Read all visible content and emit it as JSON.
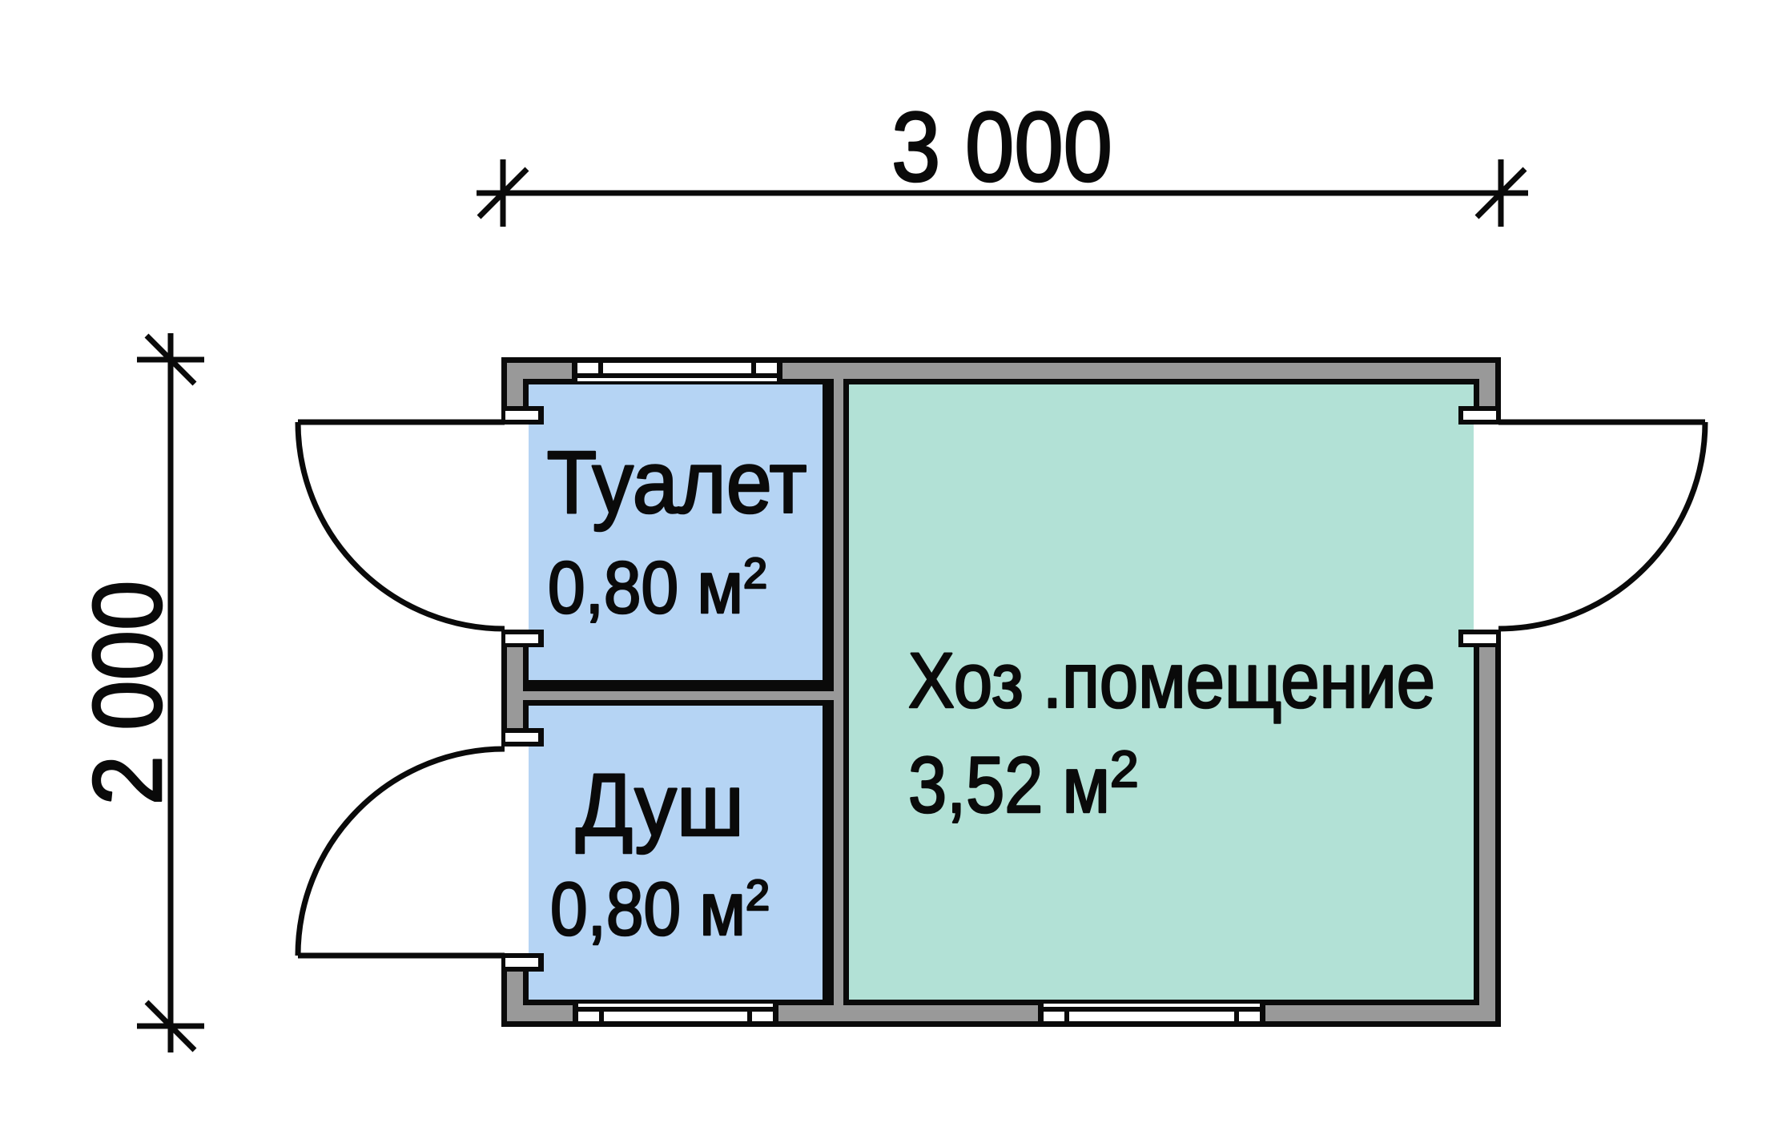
{
  "drawing": {
    "type": "floor-plan",
    "units": "mm",
    "overall_width_mm": 3000,
    "overall_height_mm": 2000
  },
  "dimensions": {
    "top": {
      "label": "3 000"
    },
    "left": {
      "label": "2 000"
    }
  },
  "rooms": {
    "toilet": {
      "name": "Туалет",
      "area_text": "0,80 м",
      "area_sup": "2",
      "fill": "#b5d4f4"
    },
    "shower": {
      "name": "Душ",
      "area_text": "0,80 м",
      "area_sup": "2",
      "fill": "#b5d4f4"
    },
    "utility": {
      "name": "Хоз .помещение",
      "area_text": "3,52 м",
      "area_sup": "2",
      "fill": "#b2e1d6"
    }
  },
  "colors": {
    "background": "#ffffff",
    "wall_fill": "#999999",
    "line": "#0a0a0a",
    "toilet_fill": "#b5d4f4",
    "shower_fill": "#b5d4f4",
    "utility_fill": "#b2e1d6"
  }
}
